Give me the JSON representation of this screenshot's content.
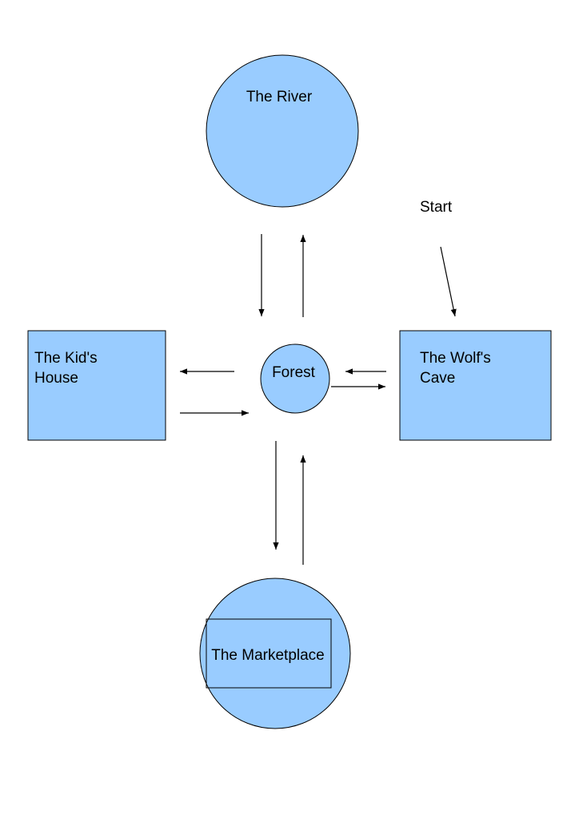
{
  "diagram": {
    "nodes": {
      "river": {
        "label": "The River"
      },
      "kids_house": {
        "line1": "The Kid's",
        "line2": "House"
      },
      "forest": {
        "label": "Forest"
      },
      "wolfs_cave": {
        "line1": "The Wolf's",
        "line2": "Cave"
      },
      "marketplace": {
        "label": "The Marketplace"
      }
    },
    "start_label": "Start",
    "connections": [
      {
        "from": "river",
        "to": "forest"
      },
      {
        "from": "forest",
        "to": "river"
      },
      {
        "from": "forest",
        "to": "kids_house"
      },
      {
        "from": "kids_house",
        "to": "forest"
      },
      {
        "from": "wolfs_cave",
        "to": "forest"
      },
      {
        "from": "forest",
        "to": "wolfs_cave"
      },
      {
        "from": "forest",
        "to": "marketplace"
      },
      {
        "from": "marketplace",
        "to": "forest"
      },
      {
        "from": "start",
        "to": "wolfs_cave"
      }
    ],
    "colors": {
      "node_fill": "#99ccff",
      "stroke": "#000000",
      "background": "#ffffff"
    }
  }
}
